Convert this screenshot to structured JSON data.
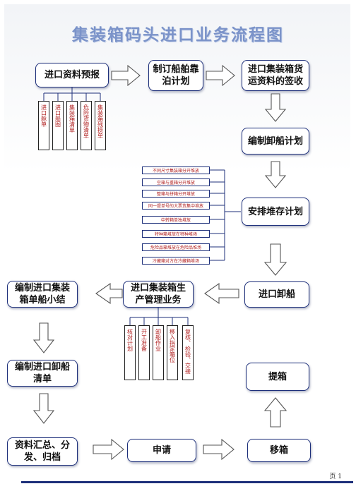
{
  "title": "集装箱码头进口业务流程图",
  "boxes": {
    "import_data_forecast": "进口资料预报",
    "berth_plan": "制订船舶靠泊计划",
    "cargo_data_signoff": "进口集装箱货运资料的签收",
    "unload_plan": "编制卸船计划",
    "storage_plan": "安排堆存计划",
    "import_unload": "进口卸船",
    "production_mgmt": "进口集装箱生产管理业务",
    "unit_summary": "编制进口集装箱单船小结",
    "unload_list": "编制进口卸船清单",
    "data_distribute": "资料汇总、分发、归档",
    "apply": "申请",
    "move_box": "移箱",
    "pickup": "提箱"
  },
  "forecast_docs": [
    "进口舱单",
    "进口船图",
    "集装箱清单",
    "危险货物清单",
    "集装箱残损单"
  ],
  "storage_rules": [
    "不同尺寸集装箱分开堆放",
    "空箱与重箱分开堆放",
    "整箱与拼箱分开堆放",
    "同一提单号的大票货集中堆放",
    "中转箱单独堆放",
    "特种箱堆放在特种堆场",
    "危险品箱堆放在危险品堆场",
    "冷藏箱对方在冷藏箱堆场"
  ],
  "production_tasks": [
    "核对计划",
    "开工准备",
    "卸船作业",
    "移入指定箱位",
    "复核、检验、交接"
  ],
  "footer": {
    "page": "页 1"
  },
  "colors": {
    "title": "#7b93c9",
    "border": "#1d2f7a",
    "arrow_fill": "#ffffff",
    "arrow_stroke": "#555555",
    "red_text": "#b02020"
  }
}
